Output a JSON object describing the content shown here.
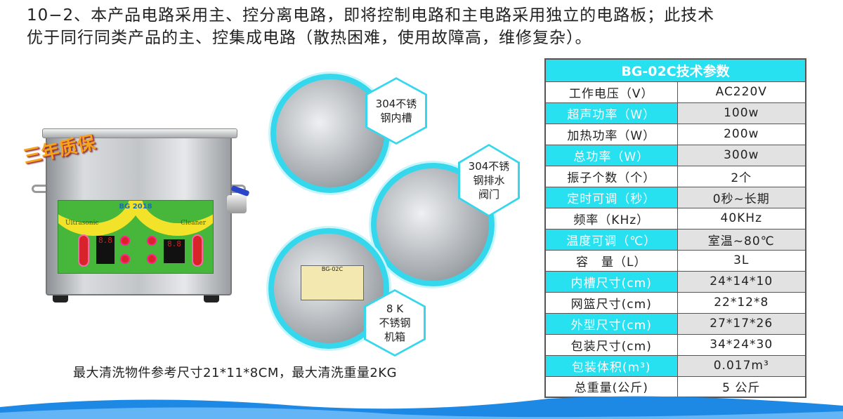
{
  "intro": {
    "line1": "10−2、本产品电路采用主、控分离电路，即将控制电路和主电路采用独立的电路板；此技术",
    "line2": "优于同行同类产品的主、控集成电路（散热困难，使用故障高，维修复杂）。"
  },
  "product": {
    "badge": "三年质保",
    "panel_model": "BG 2018",
    "panel_left": "Ultrasonic",
    "panel_right": "Cleaner",
    "display_left": "8.8",
    "display_right": "8.8"
  },
  "callouts": [
    {
      "label": "304不锈\n钢内槽"
    },
    {
      "label": "304不锈\n钢排水\n阀门"
    },
    {
      "label": "8 K\n不锈钢\n机箱"
    }
  ],
  "nameplate": "BG-02C",
  "caption": "最大清洗物件参考尺寸21*11*8CM，最大清洗重量2KG",
  "table": {
    "title": "BG-02C技术参数",
    "rows": [
      {
        "k": "工作电压（V）",
        "v": "AC220V"
      },
      {
        "k": "超声功率（W）",
        "v": "100w"
      },
      {
        "k": "加热功率（W）",
        "v": "200w"
      },
      {
        "k": "总功率（W）",
        "v": "300w"
      },
      {
        "k": "振子个数（个）",
        "v": "2个"
      },
      {
        "k": "定时可调（秒）",
        "v": "0秒~长期"
      },
      {
        "k": "频率（KHz）",
        "v": "40KHz"
      },
      {
        "k": "温度可调（℃）",
        "v": "室温~80℃"
      },
      {
        "k": "容　量（L）",
        "v": "3L"
      },
      {
        "k": "内槽尺寸(cm)",
        "v": "24*14*10"
      },
      {
        "k": "网篮尺寸(cm)",
        "v": "22*12*8"
      },
      {
        "k": "外型尺寸(cm)",
        "v": "27*17*26"
      },
      {
        "k": "包装尺寸(cm)",
        "v": "34*24*30"
      },
      {
        "k": "包装体积(m³)",
        "v": "0.017m³"
      },
      {
        "k": "总重量(公斤)",
        "v": "5 公斤"
      }
    ]
  },
  "colors": {
    "accent": "#27e0f0",
    "wave": "#1e88e5"
  }
}
